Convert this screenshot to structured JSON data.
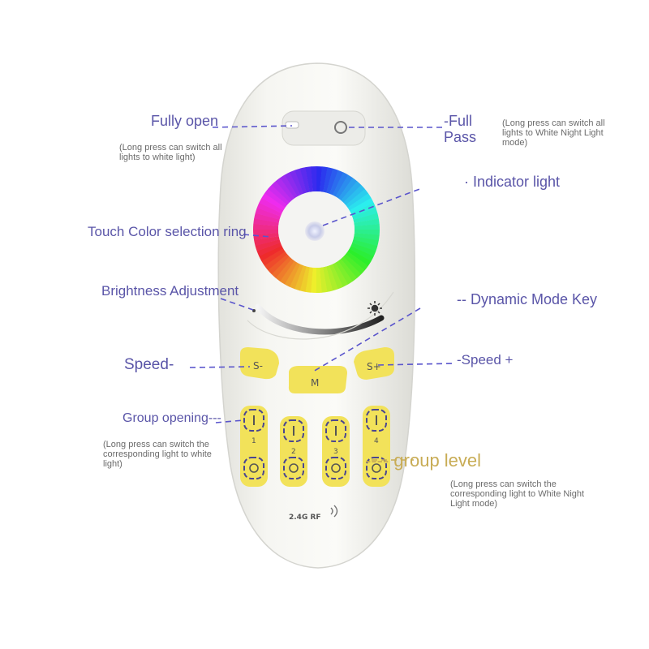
{
  "labels": {
    "fully_open": "Fully open",
    "fully_open_note": "(Long press can switch all lights to white light)",
    "full_pass": "-Full Pass",
    "full_pass_note": "(Long press can switch all lights to White Night Light mode)",
    "indicator": "· Indicator light",
    "touch_ring": "Touch Color selection ring",
    "brightness": "Brightness Adjustment",
    "dynamic_mode": "-- Dynamic Mode Key",
    "speed_minus": "Speed-",
    "speed_plus": "-Speed +",
    "group_opening": "Group opening---",
    "group_opening_note": "(Long press can switch the corresponding light to white light)",
    "group_level": "---- group level",
    "group_level_note": "(Long press can switch the corresponding light to White Night Light mode)"
  },
  "remote": {
    "speed_minus_key": "S-",
    "mode_key": "M",
    "speed_plus_key": "S+",
    "groups": [
      "1",
      "2",
      "3",
      "4"
    ],
    "brand_text": "2.4G RF"
  },
  "colors": {
    "label": "#5a55a8",
    "leader_line": "#5a55cc",
    "button_yellow": "#f2e25a",
    "group_level": "#c8ac55"
  }
}
